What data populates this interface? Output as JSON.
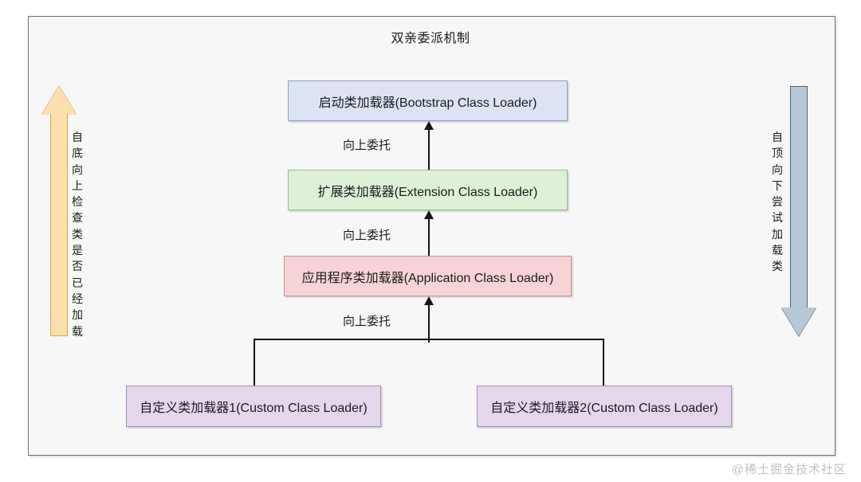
{
  "diagram": {
    "title": "双亲委派机制",
    "frame_bg": "#f7f7f7",
    "boxes": [
      {
        "id": "bootstrap",
        "label": "启动类加载器(Bootstrap Class Loader)",
        "fill": "#dce4f3",
        "stroke": "#8b9ec6"
      },
      {
        "id": "extension",
        "label": "扩展类加载器(Extension Class Loader)",
        "fill": "#dff0d8",
        "stroke": "#93c08a"
      },
      {
        "id": "application",
        "label": "应用程序类加载器(Application Class Loader)",
        "fill": "#f6d4d6",
        "stroke": "#d18d92"
      },
      {
        "id": "custom1",
        "label": "自定义类加载器1(Custom Class Loader)",
        "fill": "#e4d7ec",
        "stroke": "#a98cbb"
      },
      {
        "id": "custom2",
        "label": "自定义类加载器2(Custom Class Loader)",
        "fill": "#e4d7ec",
        "stroke": "#a98cbb"
      }
    ],
    "arrow_labels": {
      "delegate_1": "向上委托",
      "delegate_2": "向上委托",
      "delegate_3": "向上委托"
    },
    "side_arrows": {
      "left": {
        "caption": "自底向上检查类是否已经加载",
        "direction": "up",
        "color": "#fcdfae",
        "stroke": "#d8a64a"
      },
      "right": {
        "caption": "自顶向下尝试加载类",
        "direction": "down",
        "color": "#b6c7d6",
        "stroke": "#4b6473"
      }
    }
  },
  "watermark": "@稀土掘金技术社区"
}
